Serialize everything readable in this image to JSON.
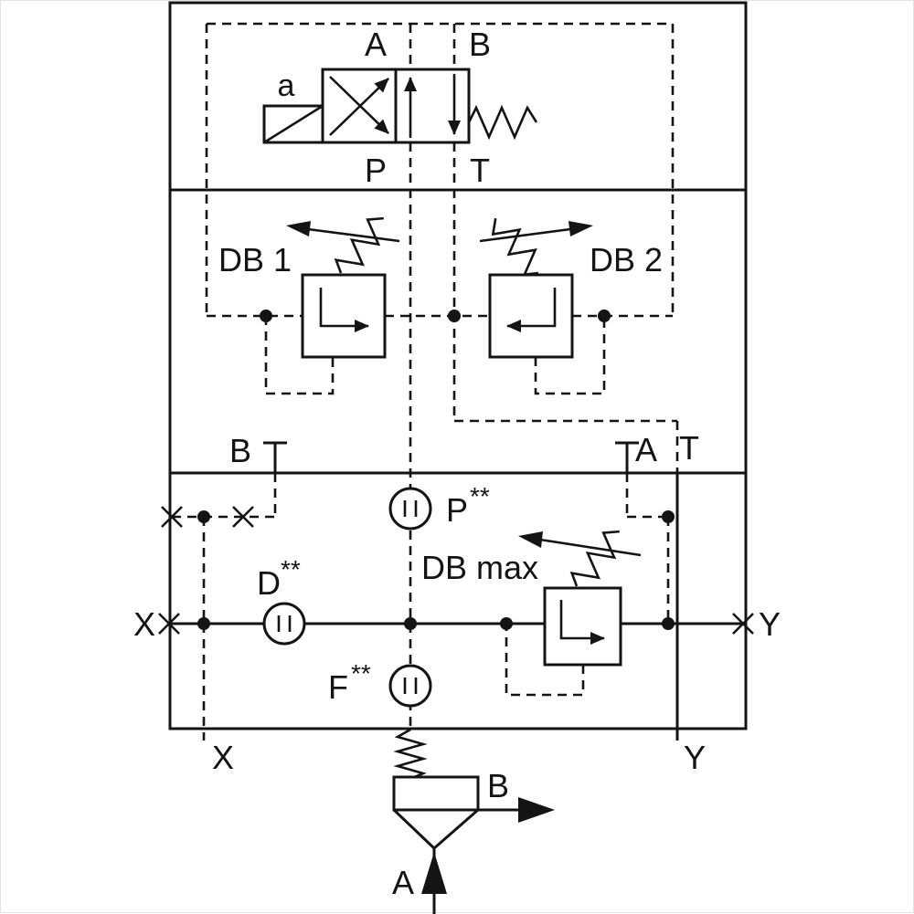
{
  "labels": {
    "pilot_valve": {
      "solenoid": "a",
      "a": "A",
      "b": "B",
      "p": "P",
      "t": "T"
    },
    "relief_valves": {
      "db1": "DB 1",
      "db2": "DB 2",
      "db_max": "DB max"
    },
    "interface_ports": {
      "b": "B",
      "a": "A",
      "t": "T"
    },
    "pilot_ports": {
      "x_side": "X",
      "y_side": "Y",
      "x_bottom": "X",
      "y_bottom": "Y"
    },
    "measuring_points": {
      "p": "P",
      "d": "D",
      "f": "F",
      "stars": "**"
    },
    "cartridge": {
      "b": "B",
      "a": "A"
    }
  },
  "colors": {
    "line": "#141414",
    "background": "#ffffff"
  }
}
